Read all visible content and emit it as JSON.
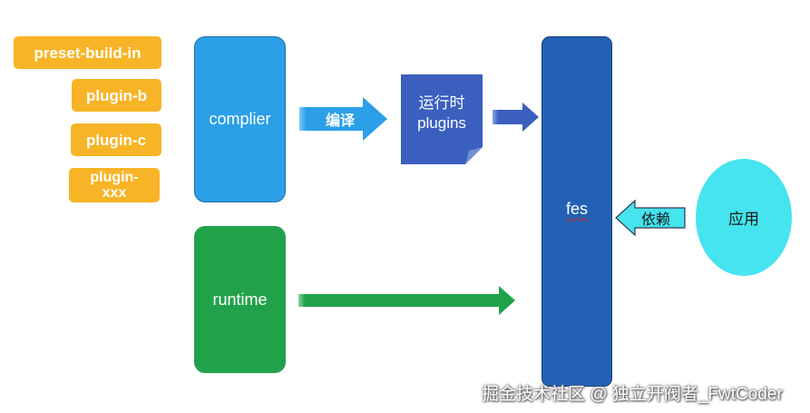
{
  "plugins": [
    "preset-build-in",
    "plugin-b",
    "plugin-c",
    "plugin-xxx"
  ],
  "compiler": {
    "label": "complier"
  },
  "runtime": {
    "label": "runtime"
  },
  "compile_arrow": {
    "label": "编译"
  },
  "runtime_plugins": {
    "label_line1": "运行时",
    "label_line2": "plugins"
  },
  "fes": {
    "label": "fes"
  },
  "depend_arrow": {
    "label": "依赖"
  },
  "app": {
    "label": "应用"
  },
  "watermark": "掘金技术社区 @ 独立开阀者_FwtCoder",
  "colors": {
    "plugin": "#f8b427",
    "compiler": "#2b9fe8",
    "runtime": "#21a24a",
    "runtime_plugins": "#3a5fbf",
    "fes": "#2261b3",
    "app": "#45e4ee",
    "depend_arrow": "#45e4ee"
  }
}
